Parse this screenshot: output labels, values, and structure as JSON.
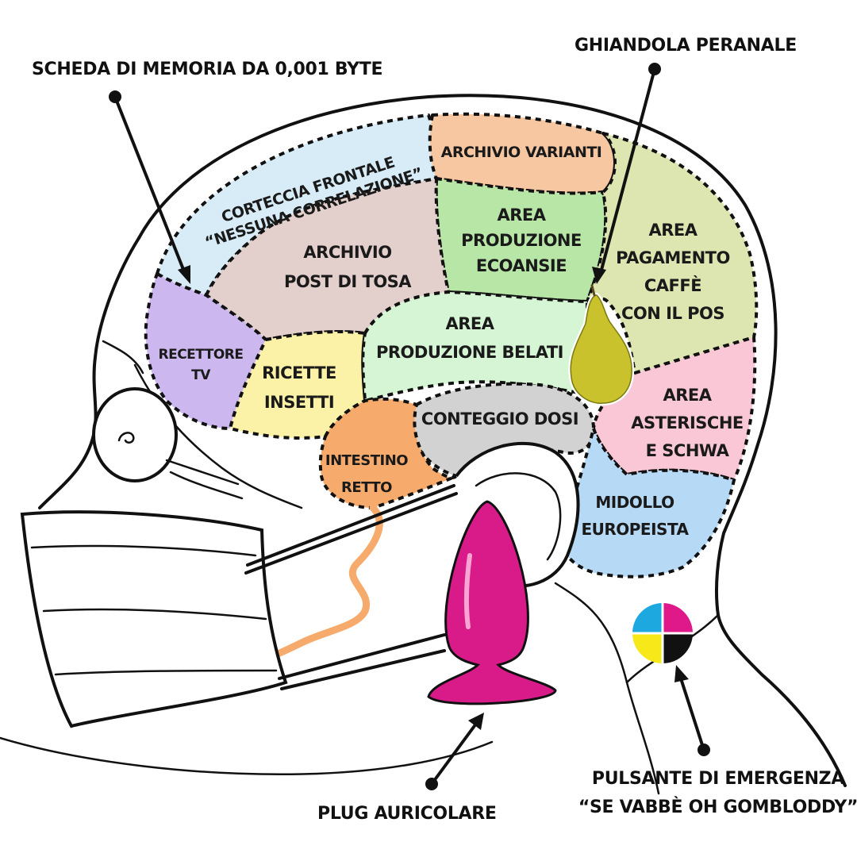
{
  "colors": {
    "corteccia": "#d8ecf7",
    "archivio_varianti": "#f6c7a1",
    "produzione_ecoansie": "#b7e6a7",
    "pagamento_caffe": "#dde6b1",
    "archivio_tosa": "#e3cfcc",
    "recettore_tv": "#ccb7ef",
    "ricette_insetti": "#fbf2a8",
    "produzione_belati": "#d6f5d4",
    "asterische": "#f9c7d5",
    "conteggio_dosi": "#d2d2d2",
    "intestino": "#f6aa6b",
    "midollo": "#b6d9f6",
    "plug": "#d91b8a",
    "pear": "#c9c22d"
  },
  "regions": {
    "corteccia": {
      "line1": "CORTECCIA FRONTALE",
      "line2": "“NESSUNA CORRELAZIONE”"
    },
    "archivio_varianti": {
      "line1": "ARCHIVIO VARIANTI"
    },
    "produzione_ecoansie": {
      "line1": "AREA",
      "line2": "PRODUZIONE",
      "line3": "ECOANSIE"
    },
    "pagamento_caffe": {
      "line1": "AREA",
      "line2": "PAGAMENTO",
      "line3": "CAFFÈ",
      "line4": "CON IL POS"
    },
    "archivio_tosa": {
      "line1": "ARCHIVIO",
      "line2": "POST DI TOSA"
    },
    "recettore_tv": {
      "line1": "RECETTORE",
      "line2": "TV"
    },
    "ricette_insetti": {
      "line1": "RICETTE",
      "line2": "INSETTI"
    },
    "produzione_belati": {
      "line1": "AREA",
      "line2": "PRODUZIONE BELATI"
    },
    "asterische": {
      "line1": "AREA",
      "line2": "ASTERISCHE",
      "line3": "E SCHWA"
    },
    "conteggio_dosi": {
      "line1": "CONTEGGIO DOSI"
    },
    "intestino": {
      "line1": "INTESTINO",
      "line2": "RETTO"
    },
    "midollo": {
      "line1": "MIDOLLO",
      "line2": "EUROPEISTA"
    }
  },
  "callouts": {
    "scheda": "SCHEDA DI MEMORIA DA 0,001 BYTE",
    "ghiandola": "GHIANDOLA PERANALE",
    "plug": "PLUG AURICOLARE",
    "pulsante_line1": "PULSANTE DI EMERGENZA",
    "pulsante_line2": "“SE VABBÈ OH GOMBLODDY”"
  }
}
